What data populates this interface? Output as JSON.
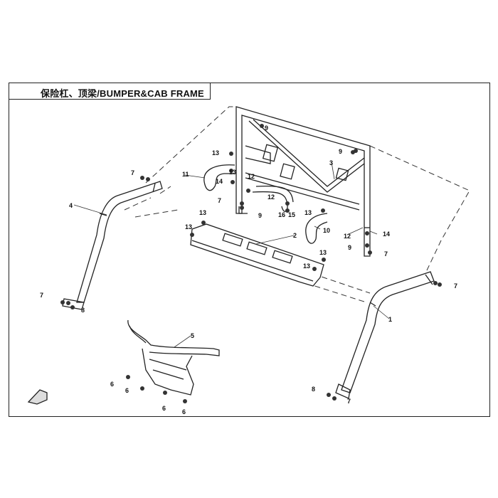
{
  "title": "保险杠、顶梁/BUMPER&CAB FRAME",
  "callouts": [
    {
      "id": "c1",
      "label": "1"
    },
    {
      "id": "c2",
      "label": "2"
    },
    {
      "id": "c3",
      "label": "3"
    },
    {
      "id": "c4",
      "label": "4"
    },
    {
      "id": "c5",
      "label": "5"
    },
    {
      "id": "c6a",
      "label": "6"
    },
    {
      "id": "c6b",
      "label": "6"
    },
    {
      "id": "c6c",
      "label": "6"
    },
    {
      "id": "c6d",
      "label": "6"
    },
    {
      "id": "c7a",
      "label": "7"
    },
    {
      "id": "c7b",
      "label": "7"
    },
    {
      "id": "c7c",
      "label": "7"
    },
    {
      "id": "c7d",
      "label": "7"
    },
    {
      "id": "c7e",
      "label": "7"
    },
    {
      "id": "c7f",
      "label": "7"
    },
    {
      "id": "c8a",
      "label": "8"
    },
    {
      "id": "c8b",
      "label": "8"
    },
    {
      "id": "c9a",
      "label": "9"
    },
    {
      "id": "c9b",
      "label": "9"
    },
    {
      "id": "c9c",
      "label": "9"
    },
    {
      "id": "c9d",
      "label": "9"
    },
    {
      "id": "c10",
      "label": "10"
    },
    {
      "id": "c11",
      "label": "11"
    },
    {
      "id": "c12a",
      "label": "12"
    },
    {
      "id": "c12b",
      "label": "12"
    },
    {
      "id": "c12c",
      "label": "12"
    },
    {
      "id": "c13a",
      "label": "13"
    },
    {
      "id": "c13b",
      "label": "13"
    },
    {
      "id": "c13c",
      "label": "13"
    },
    {
      "id": "c13d",
      "label": "13"
    },
    {
      "id": "c13e",
      "label": "13"
    },
    {
      "id": "c13f",
      "label": "13"
    },
    {
      "id": "c13g",
      "label": "13"
    },
    {
      "id": "c14a",
      "label": "14"
    },
    {
      "id": "c14b",
      "label": "14"
    },
    {
      "id": "c15",
      "label": "15"
    },
    {
      "id": "c16",
      "label": "16"
    }
  ]
}
